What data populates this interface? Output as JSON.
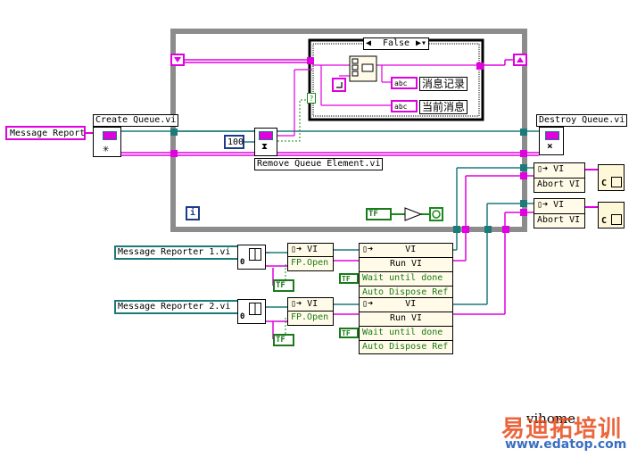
{
  "controls": {
    "message_report": "Message Report",
    "reporter1": "Message Reporter 1.vi",
    "reporter2": "Message Reporter 2.vi"
  },
  "functions": {
    "create_queue": "Create Queue.vi",
    "remove_queue_element": "Remove Queue Element.vi",
    "destroy_queue": "Destroy Queue.vi",
    "abort_vi": "Abort VI"
  },
  "constants": {
    "timeout": "100",
    "case_selector": "False",
    "message_record": "消息记录",
    "current_message": "当前消息",
    "abc": "abc",
    "true_const": "TF",
    "iteration": "i",
    "zero": "0"
  },
  "invoke": {
    "vi_label": "VI",
    "fp_open": "FP.Open",
    "run_vi": "Run VI",
    "wait_until_done": "Wait until done",
    "auto_dispose_ref": "Auto Dispose Ref"
  },
  "watermark": {
    "author": "vihome",
    "site_name": "易迪拓培训",
    "site_url": "www.edatop.com"
  },
  "colors": {
    "reference_wire": "#1d7a7a",
    "string_wire": "#e000e0",
    "boolean_wire": "#1a8a1a",
    "structure_gray": "#8c8c8c"
  }
}
